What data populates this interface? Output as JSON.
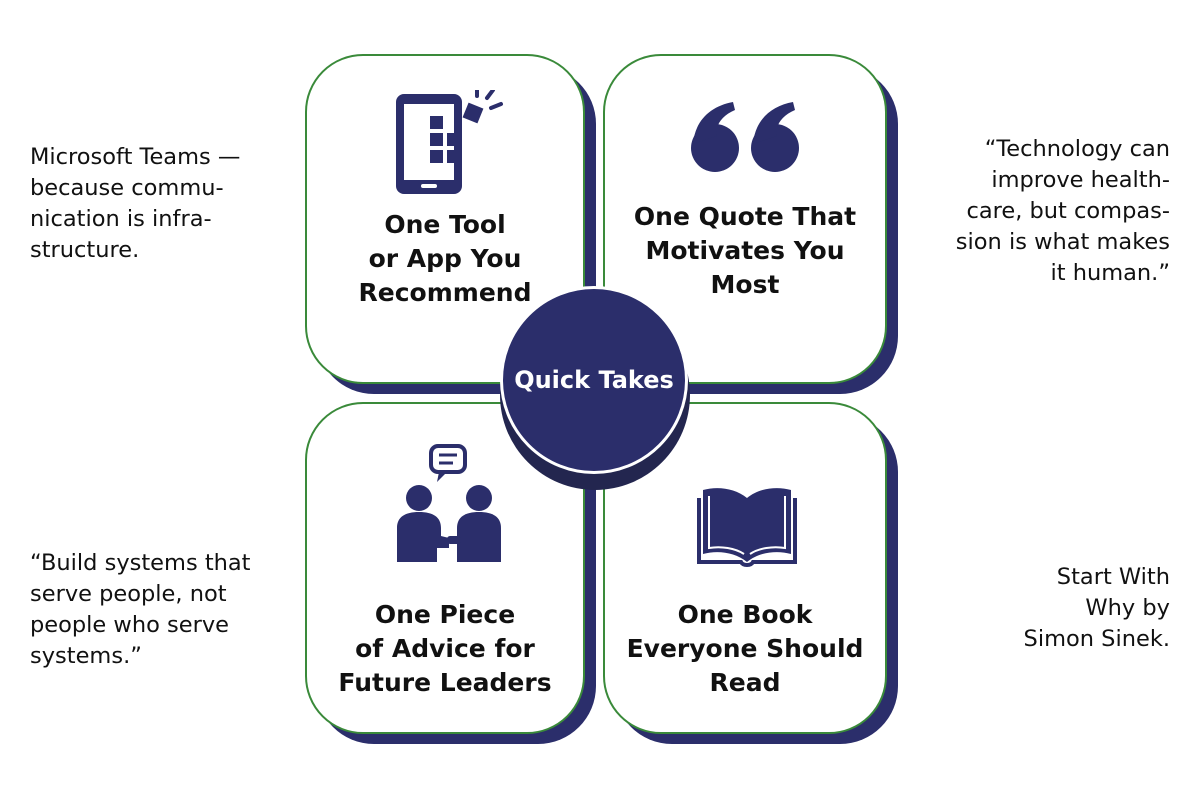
{
  "center": {
    "label": "Quick Takes"
  },
  "quadrants": {
    "tool": {
      "title_lines": [
        "One Tool",
        "or App You",
        "Recommend"
      ],
      "icon": "tablet-app-icon",
      "answer_lines": [
        "Microsoft Teams —",
        "because commu-",
        "nication is infra-",
        "structure."
      ]
    },
    "quote": {
      "title_lines": [
        "One Quote That",
        "Motivates You",
        "Most"
      ],
      "icon": "quotation-marks-icon",
      "answer_lines": [
        "“Technology can",
        "improve health-",
        "care, but compas-",
        "sion is what makes",
        "it human.”"
      ]
    },
    "advice": {
      "title_lines": [
        "One Piece",
        "of Advice for",
        "Future Leaders"
      ],
      "icon": "mentoring-people-icon",
      "answer_lines": [
        "“Build systems that",
        "serve people, not",
        "people who serve",
        "systems.”"
      ]
    },
    "book": {
      "title_lines": [
        "One Book",
        "Everyone Should",
        "Read"
      ],
      "icon": "open-book-icon",
      "answer_lines": [
        "Start With",
        "Why by",
        "Simon Sinek."
      ]
    }
  },
  "colors": {
    "navy": "#2b2e6b",
    "card_border": "#3a8a3a",
    "text": "#111111"
  }
}
